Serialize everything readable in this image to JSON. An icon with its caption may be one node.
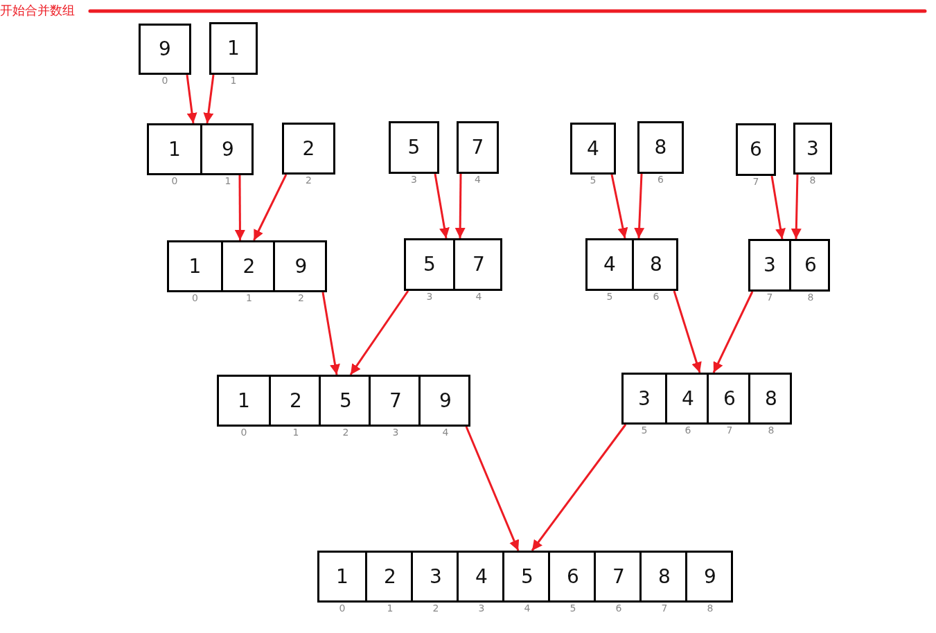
{
  "diagram": {
    "title": "开始合并数组",
    "nodes": [
      {
        "text": [
          "9"
        ],
        "beside": [
          "0"
        ]
      },
      {
        "text": [
          "1"
        ],
        "beside": [
          "1"
        ]
      },
      {
        "text": [],
        "shape": "box"
      },
      {
        "text": [
          "1"
        ],
        "in": 2,
        "beside": [
          "0"
        ]
      },
      {
        "text": [
          "9"
        ],
        "in": 2,
        "beside": [
          "1"
        ]
      },
      {
        "text": [
          "2"
        ],
        "beside": [
          "2"
        ]
      },
      {
        "text": [
          "5"
        ],
        "beside": [
          "3"
        ]
      },
      {
        "text": [
          "7"
        ],
        "beside": [
          "4"
        ]
      },
      {
        "text": [
          "4"
        ],
        "beside": [
          "5"
        ]
      },
      {
        "text": [
          "8"
        ],
        "beside": [
          "6"
        ]
      },
      {
        "text": [
          "6"
        ],
        "beside": [
          "7"
        ]
      },
      {
        "text": [
          "3"
        ],
        "beside": [
          "8"
        ]
      },
      {
        "text": [],
        "shape": "box"
      },
      {
        "text": [
          "1"
        ],
        "in": 12,
        "beside": [
          "0"
        ]
      },
      {
        "text": [
          "2"
        ],
        "in": 12,
        "beside": [
          "1"
        ]
      },
      {
        "text": [
          "9"
        ],
        "in": 12,
        "beside": [
          "2"
        ]
      },
      {
        "text": [],
        "shape": "box"
      },
      {
        "text": [
          "5"
        ],
        "in": 16,
        "beside": [
          "3"
        ]
      },
      {
        "text": [
          "7"
        ],
        "in": 16,
        "beside": [
          "4"
        ]
      },
      {
        "text": [],
        "shape": "box"
      },
      {
        "text": [
          "4"
        ],
        "in": 19,
        "beside": [
          "5"
        ]
      },
      {
        "text": [
          "8"
        ],
        "in": 19,
        "beside": [
          "6"
        ]
      },
      {
        "text": [],
        "shape": "box"
      },
      {
        "text": [
          "3"
        ],
        "in": 22,
        "beside": [
          "7"
        ]
      },
      {
        "text": [
          "6"
        ],
        "in": 22,
        "beside": [
          "8"
        ]
      },
      {
        "text": [],
        "shape": "box"
      },
      {
        "text": [
          "1"
        ],
        "in": 25,
        "beside": [
          "0"
        ]
      },
      {
        "text": [
          "2"
        ],
        "in": 25,
        "beside": [
          "1"
        ]
      },
      {
        "text": [
          "5"
        ],
        "in": 25,
        "beside": [
          "2"
        ]
      },
      {
        "text": [
          "7"
        ],
        "in": 25,
        "beside": [
          "3"
        ]
      },
      {
        "text": [
          "9"
        ],
        "in": 25,
        "beside": [
          "4"
        ]
      },
      {
        "text": [],
        "shape": "box"
      },
      {
        "text": [
          "3"
        ],
        "in": 31,
        "beside": [
          "5"
        ]
      },
      {
        "text": [
          "4"
        ],
        "in": 31,
        "beside": [
          "6"
        ]
      },
      {
        "text": [
          "6"
        ],
        "in": 31,
        "beside": [
          "7"
        ]
      },
      {
        "text": [
          "8"
        ],
        "in": 31,
        "beside": [
          "8"
        ]
      },
      {
        "text": [],
        "shape": "box"
      },
      {
        "text": [
          "1"
        ],
        "in": 36,
        "beside": [
          "0"
        ]
      },
      {
        "text": [
          "2"
        ],
        "in": 36,
        "beside": [
          "1"
        ]
      },
      {
        "text": [
          "3"
        ],
        "in": 36,
        "beside": [
          "2"
        ]
      },
      {
        "text": [
          "4"
        ],
        "in": 36,
        "beside": [
          "3"
        ]
      },
      {
        "text": [
          "5"
        ],
        "in": 36,
        "beside": [
          "4"
        ]
      },
      {
        "text": [
          "6"
        ],
        "in": 36,
        "beside": [
          "5"
        ]
      },
      {
        "text": [
          "7"
        ],
        "in": 36,
        "beside": [
          "6"
        ]
      },
      {
        "text": [
          "8"
        ],
        "in": 36,
        "beside": [
          "7"
        ]
      },
      {
        "text": [
          "9"
        ],
        "in": 36,
        "beside": [
          "8"
        ]
      }
    ],
    "edges": [
      {
        "from": 0,
        "to": 2,
        "arrow": "to"
      },
      {
        "from": 1,
        "to": 2,
        "arrow": "to"
      },
      {
        "from": 2,
        "to": 12,
        "arrow": "to"
      },
      {
        "from": 5,
        "to": 12,
        "arrow": "to"
      },
      {
        "from": 6,
        "to": 16,
        "arrow": "to"
      },
      {
        "from": 7,
        "to": 16,
        "arrow": "to"
      },
      {
        "from": 8,
        "to": 19,
        "arrow": "to"
      },
      {
        "from": 9,
        "to": 19,
        "arrow": "to"
      },
      {
        "from": 10,
        "to": 22,
        "arrow": "to"
      },
      {
        "from": 11,
        "to": 22,
        "arrow": "to"
      },
      {
        "from": 12,
        "to": 25,
        "arrow": "to"
      },
      {
        "from": 16,
        "to": 25,
        "arrow": "to"
      },
      {
        "from": 19,
        "to": 31,
        "arrow": "to"
      },
      {
        "from": 22,
        "to": 31,
        "arrow": "to"
      },
      {
        "from": 25,
        "to": 36,
        "arrow": "to"
      },
      {
        "from": 31,
        "to": 36,
        "arrow": "to"
      }
    ]
  }
}
